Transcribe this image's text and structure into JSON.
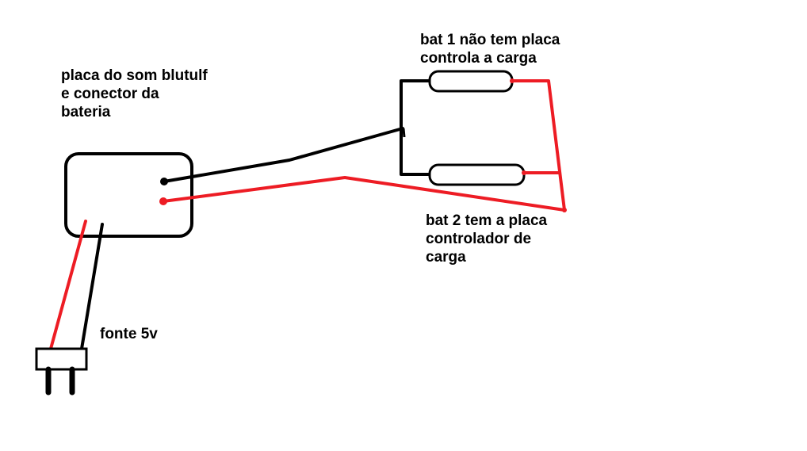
{
  "labels": {
    "board": [
      "placa do som blutulf",
      "e conector da",
      "bateria"
    ],
    "bat1": [
      "bat 1 não tem placa",
      "controla a carga"
    ],
    "bat2": [
      "bat 2 tem a placa",
      "controlador de",
      "carga"
    ],
    "fonte": [
      "fonte 5v"
    ]
  },
  "colors": {
    "black_wire": "#000000",
    "red_wire": "#ed1c24",
    "background": "#ffffff"
  }
}
